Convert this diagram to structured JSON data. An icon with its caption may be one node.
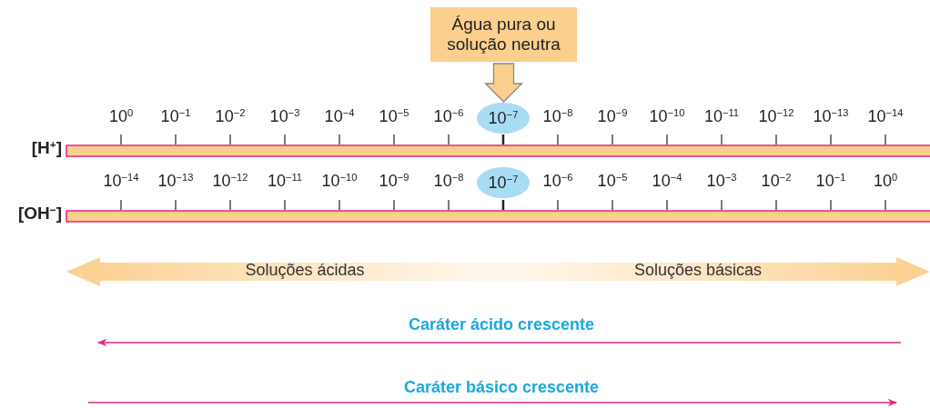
{
  "diagram": {
    "nodes": [
      {
        "text": [
          "Água pura ou solução neutra"
        ]
      },
      {
        "text": [
          "10$^{−7}$"
        ]
      },
      {
        "text": [
          "10$^{−7}$"
        ]
      }
    ],
    "edges": [
      {
        "from": 0,
        "to": 1,
        "arrow": "to"
      }
    ],
    "labels": [
      "10$^{0}$",
      "10$^{−1}$",
      "10$^{−2}$",
      "10$^{−3}$",
      "10$^{−4}$",
      "10$^{−5}$",
      "10$^{−6}$",
      "10$^{−8}$",
      "10$^{−9}$",
      "10$^{−10}$",
      "10$^{−11}$",
      "10$^{−12}$",
      "10$^{−13}$",
      "10$^{−14}$",
      "[H$^{+}$]",
      "10$^{−14}$",
      "10$^{−13}$",
      "10$^{−12}$",
      "10$^{−11}$",
      "10$^{−10}$",
      "10$^{−9}$",
      "10$^{−8}$",
      "10$^{−6}$",
      "10$^{−5}$",
      "10$^{−4}$",
      "10$^{−3}$",
      "10$^{−2}$",
      "10$^{−1}$",
      "10$^{0}$",
      "[OH$^{−}$]",
      "Soluções ácidas",
      "Soluções básicas",
      "Caráter ácido crescente",
      "Caráter básico crescente"
    ]
  }
}
